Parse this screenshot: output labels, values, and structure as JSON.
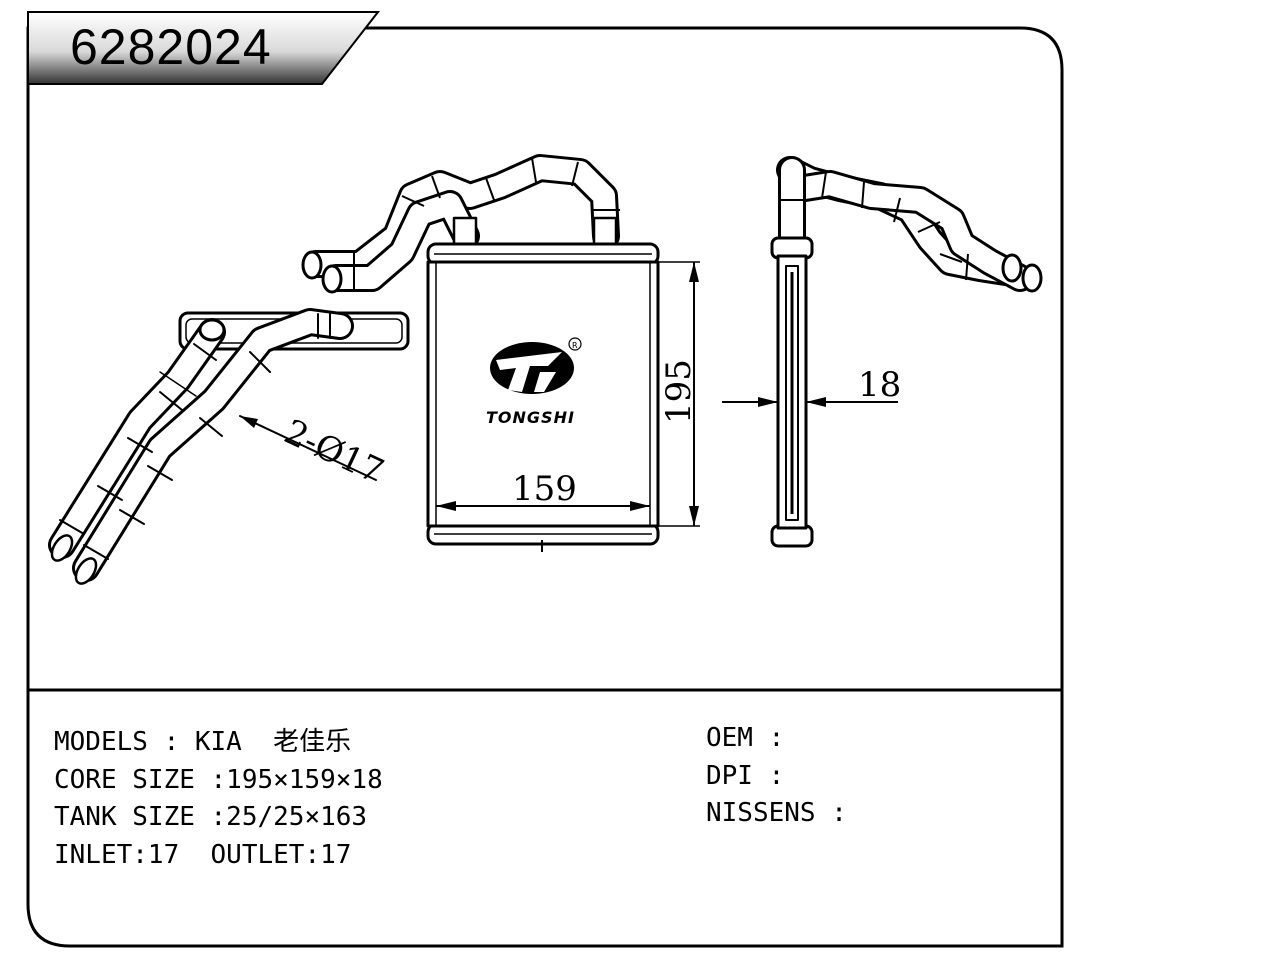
{
  "part_number": "6282024",
  "brand_logo": "TONGSHI",
  "dimensions": {
    "height": "195",
    "width": "159",
    "depth": "18",
    "pipe": "2-Ø17"
  },
  "specs_left": [
    "MODELS : KIA  老佳乐",
    "CORE SIZE :195×159×18",
    "TANK SIZE :25/25×163",
    "INLET:17  OUTLET:17"
  ],
  "specs_right": [
    "OEM :",
    "DPI :",
    "NISSENS :"
  ]
}
